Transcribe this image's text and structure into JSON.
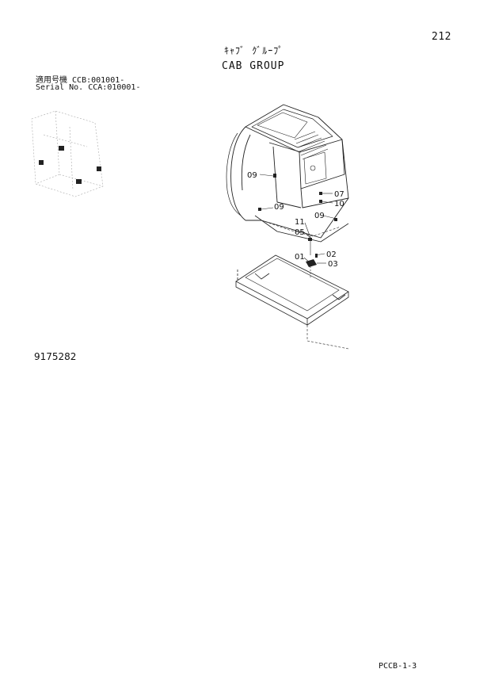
{
  "page_number": "212",
  "title": {
    "japanese": "ｷｬﾌﾞ ｸﾞﾙｰﾌﾟ",
    "english": "CAB GROUP"
  },
  "applicability": [
    {
      "label": "適用号機",
      "value": "CCB:001001-"
    },
    {
      "label": "Serial No.",
      "value": "CCA:010001-"
    }
  ],
  "drawing_number": "9175282",
  "footer_code": "PCCB-1-3",
  "callouts": {
    "c09a": "09",
    "c07": "07",
    "c10": "10",
    "c09b": "09",
    "c09c": "09",
    "c11": "11",
    "c05": "05",
    "c01": "01",
    "c02": "02",
    "c03": "03"
  }
}
